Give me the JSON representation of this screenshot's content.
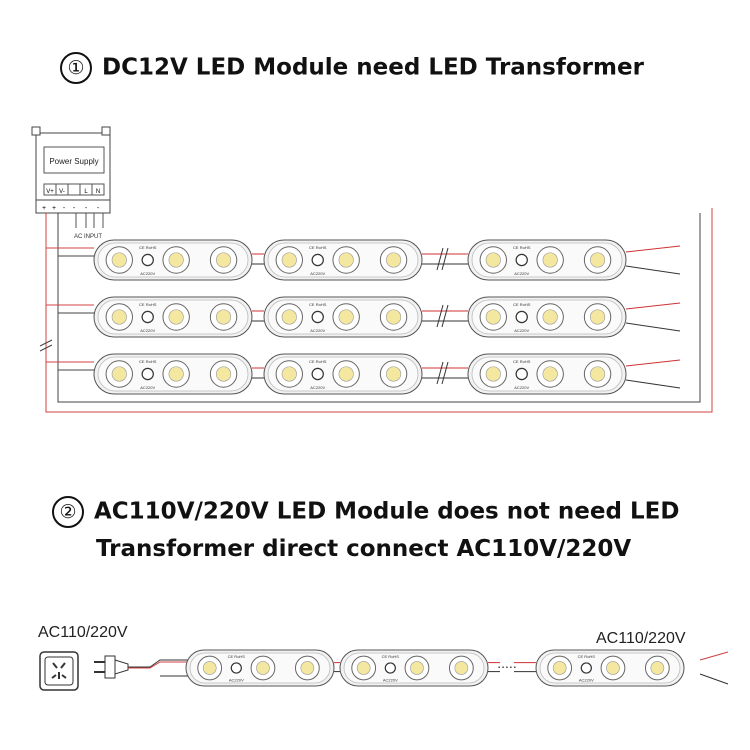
{
  "section1": {
    "number": "①",
    "title": "DC12V LED Module need LED Transformer"
  },
  "section2": {
    "number": "②",
    "title_line1": "AC110V/220V LED Module does not need LED",
    "title_line2": "Transformer direct connect AC110V/220V"
  },
  "power_supply": {
    "label": "Power Supply",
    "terminals": [
      "V+",
      "V-",
      "L",
      "N"
    ],
    "bottom_terminals": [
      "+",
      "+",
      "-",
      "-",
      "-",
      "-"
    ],
    "ac_input_label": "AC INPUT"
  },
  "module": {
    "ce_rohs": "CE RoHS",
    "voltage": "AC220V"
  },
  "ac_labels": {
    "left": "AC110/220V",
    "right": "AC110/220V"
  },
  "colors": {
    "wire_red": "#d03030",
    "wire_dark": "#333333",
    "led_yellow": "#f4e7a0",
    "module_body": "#f2f2f2"
  },
  "icons": [
    "outlet-icon",
    "plug-icon"
  ]
}
